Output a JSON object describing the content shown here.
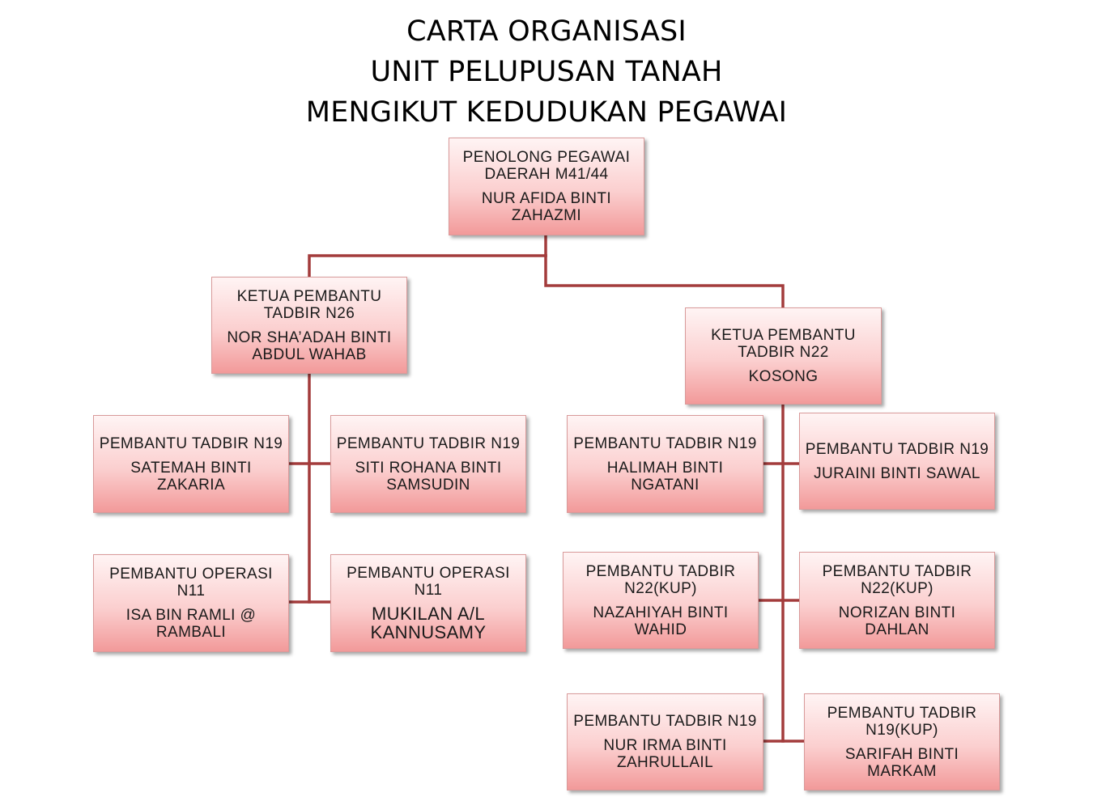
{
  "title": {
    "line1": "CARTA ORGANISASI",
    "line2": "UNIT PELUPUSAN TANAH",
    "line3": "MENGIKUT KEDUDUKAN PEGAWAI"
  },
  "colors": {
    "connector": "#a33c3c",
    "box_top": "#fff4f4",
    "box_bottom": "#f29a9a"
  },
  "nodes": {
    "top": {
      "position": "PENOLONG PEGAWAI DAERAH M41/44",
      "name": "NUR AFIDA BINTI ZAHAZMI"
    },
    "left_head": {
      "position": "KETUA PEMBANTU TADBIR N26",
      "name": "NOR SHA’ADAH BINTI ABDUL WAHAB"
    },
    "right_head": {
      "position": "KETUA PEMBANTU TADBIR N22",
      "name": "KOSONG"
    },
    "l1": {
      "position": "PEMBANTU TADBIR N19",
      "name": "SATEMAH BINTI ZAKARIA"
    },
    "l2": {
      "position": "PEMBANTU TADBIR N19",
      "name": "SITI ROHANA BINTI SAMSUDIN"
    },
    "l3": {
      "position": "PEMBANTU OPERASI N11",
      "name": "ISA BIN RAMLI @ RAMBALI"
    },
    "l4": {
      "position": "PEMBANTU OPERASI N11",
      "name": "MUKILAN A/L KANNUSAMY"
    },
    "r1": {
      "position": "PEMBANTU TADBIR N19",
      "name": "HALIMAH BINTI NGATANI"
    },
    "r2": {
      "position": "PEMBANTU TADBIR N19",
      "name": "JURAINI BINTI  SAWAL"
    },
    "r3": {
      "position": "PEMBANTU TADBIR N22(KUP)",
      "name": "NAZAHIYAH BINTI WAHID"
    },
    "r4": {
      "position": "PEMBANTU TADBIR N22(KUP)",
      "name": "NORIZAN BINTI DAHLAN"
    },
    "r5": {
      "position": "PEMBANTU TADBIR N19",
      "name": "NUR IRMA BINTI ZAHRULLAIL"
    },
    "r6": {
      "position": "PEMBANTU TADBIR N19(KUP)",
      "name": "SARIFAH BINTI MARKAM"
    }
  }
}
